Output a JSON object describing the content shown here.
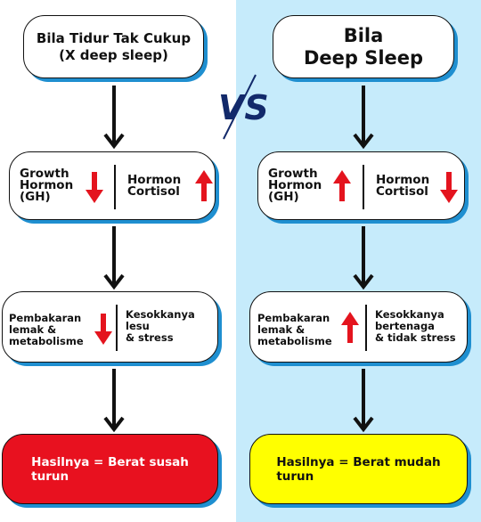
{
  "colors": {
    "right_bg": "#c6ebfb",
    "shadow": "#1f8fd0",
    "red_arrow": "#e4141e",
    "result_left_bg": "#e8111f",
    "result_right_bg": "#ffff00",
    "vs": "#12296a"
  },
  "vs_label": "VS",
  "left": {
    "title": {
      "line1": "Bila Tidur Tak Cukup",
      "line2": "(X deep sleep)"
    },
    "box1": {
      "left_text": "Growth\nHormon\n(GH)",
      "left_arrow": "down",
      "right_text": "Hormon\nCortisol",
      "right_arrow": "up"
    },
    "box2": {
      "left_text": "Pembakaran\nlemak &\nmetabolisme",
      "left_arrow": "down",
      "right_text": "Kesokkanya\nlesu\n& stress"
    },
    "result": {
      "text": "Hasilnya =  Berat susah\n               turun"
    }
  },
  "right": {
    "title": {
      "line1": "Bila",
      "line2": "Deep Sleep"
    },
    "box1": {
      "left_text": "Growth\nHormon\n(GH)",
      "left_arrow": "up",
      "right_text": "Hormon\nCortisol",
      "right_arrow": "down"
    },
    "box2": {
      "left_text": "Pembakaran\nlemak &\nmetabolisme",
      "left_arrow": "up",
      "right_text": "Kesokkanya\nbertenaga\n& tidak stress"
    },
    "result": {
      "text": "Hasilnya =  Berat mudah\n               turun"
    }
  }
}
